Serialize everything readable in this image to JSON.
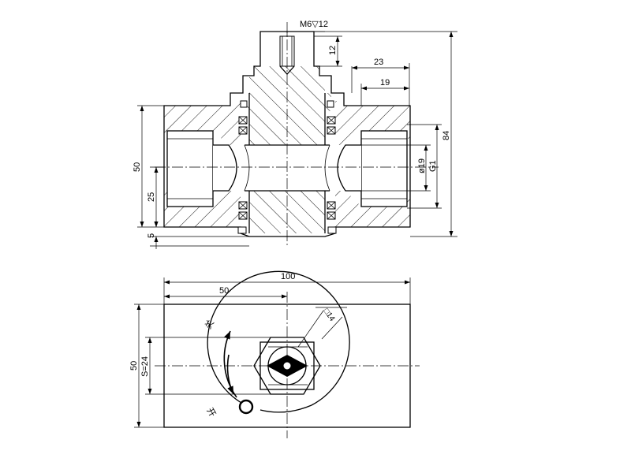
{
  "front_view": {
    "thread_callout": "M6▽12",
    "dim_height_12": "12",
    "dim_width_23": "23",
    "dim_width_19": "19",
    "dim_overall_84": "84",
    "dim_bore": "ø19",
    "dim_pipe_thread": "G1",
    "dim_height_50": "50",
    "dim_height_25": "25",
    "dim_offset_5": "5"
  },
  "top_view": {
    "dim_length_100": "100",
    "dim_half_50": "50",
    "dim_square_14": "□14",
    "dim_height_50": "50",
    "dim_hex_s24": "S=24",
    "label_close": "关",
    "label_open": "开"
  }
}
